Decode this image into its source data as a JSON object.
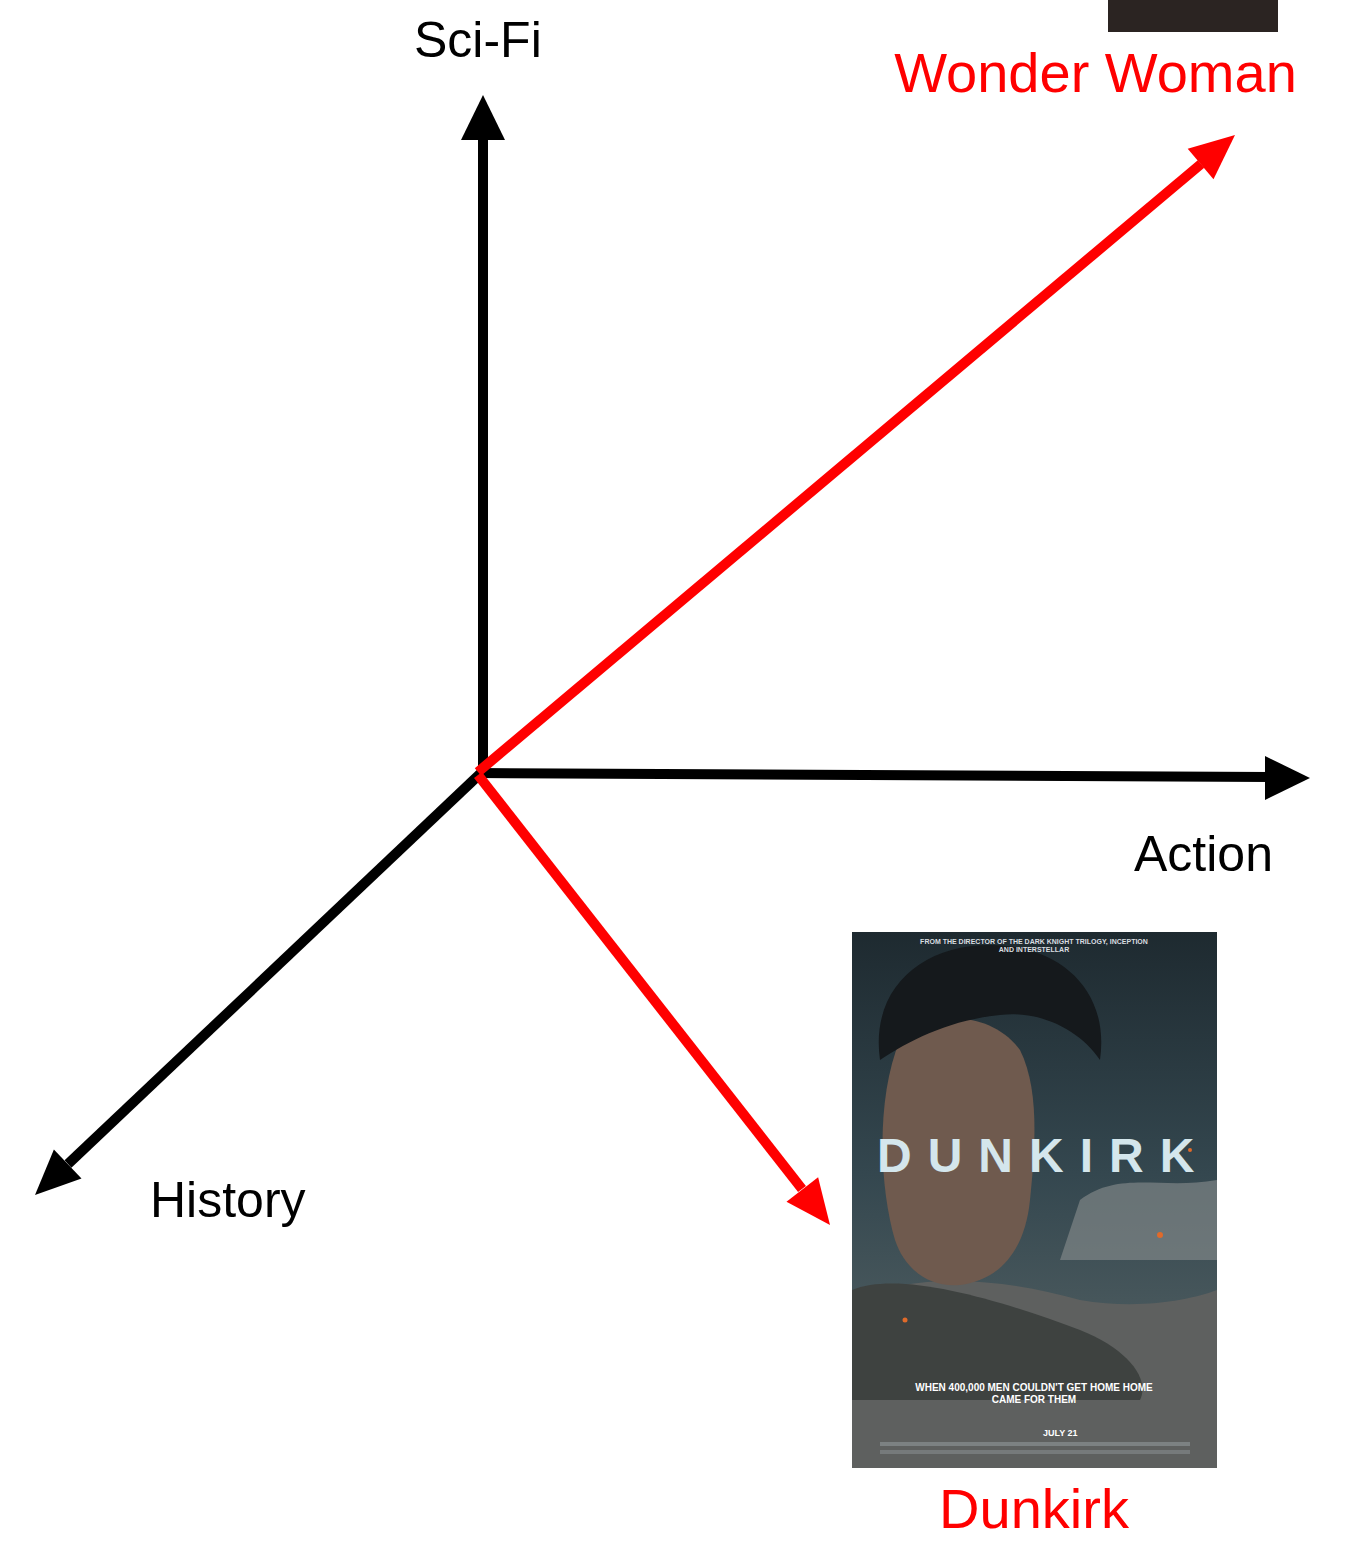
{
  "diagram": {
    "nodes": [
      {
        "text": [
          "Wonder Woman"
        ]
      },
      {
        "text": [
          "Dunkirk"
        ]
      }
    ],
    "labels": [
      "Sci-Fi",
      "Action",
      "History",
      "FROM THE DIRECTOR OF THE DARK KNIGHT TRILOGY, INCEPTION AND INTERSTELLAR",
      "DUNKIRK",
      "WHEN 400,000 MEN COULDN'T GET HOME HOME CAME FOR THEM",
      "JULY 21"
    ]
  }
}
